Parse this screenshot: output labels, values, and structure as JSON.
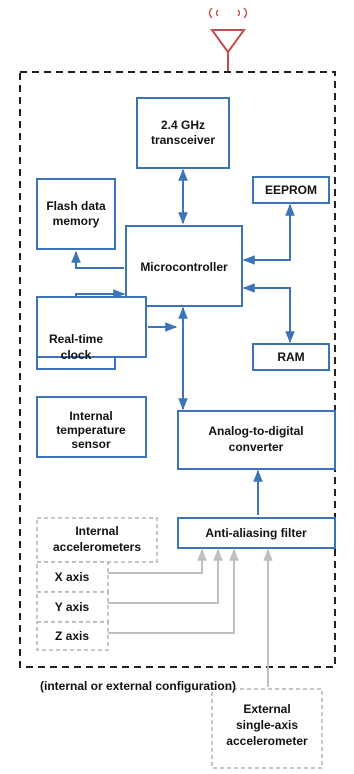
{
  "colors": {
    "block_border": "#3d73b7",
    "blue_line": "#3d73b7",
    "grey_border": "#b3b3b3",
    "grey_line": "#bfbfbf",
    "antenna": "#c0504d",
    "frame": "#222222",
    "text": "#111111"
  },
  "antenna": {
    "icon": "antenna-icon",
    "signal_icon": "radio-waves-icon"
  },
  "blocks": {
    "transceiver": {
      "line1": "2.4 GHz",
      "line2": "transceiver"
    },
    "flash": {
      "line1": "Flash data",
      "line2": "memory"
    },
    "eeprom": {
      "line1": "EEPROM"
    },
    "microcontroller": {
      "line1": "Microcontroller"
    },
    "rtc": {
      "line1": "Real-time",
      "line2": "clock"
    },
    "ram": {
      "line1": "RAM"
    },
    "temp": {
      "line1": "Internal",
      "line2": "temperature",
      "line3": "sensor"
    },
    "adc": {
      "line1": "Analog-to-digital",
      "line2": "converter"
    },
    "filter": {
      "line1": "Anti-aliasing filter"
    },
    "accel": {
      "line1": "Internal",
      "line2": "accelerometers"
    },
    "x_axis": {
      "line1": "X axis"
    },
    "y_axis": {
      "line1": "Y axis"
    },
    "z_axis": {
      "line1": "Z axis"
    },
    "external": {
      "line1": "External",
      "line2": "single-axis",
      "line3": "accelerometer"
    }
  },
  "caption": "(internal or external configuration)"
}
